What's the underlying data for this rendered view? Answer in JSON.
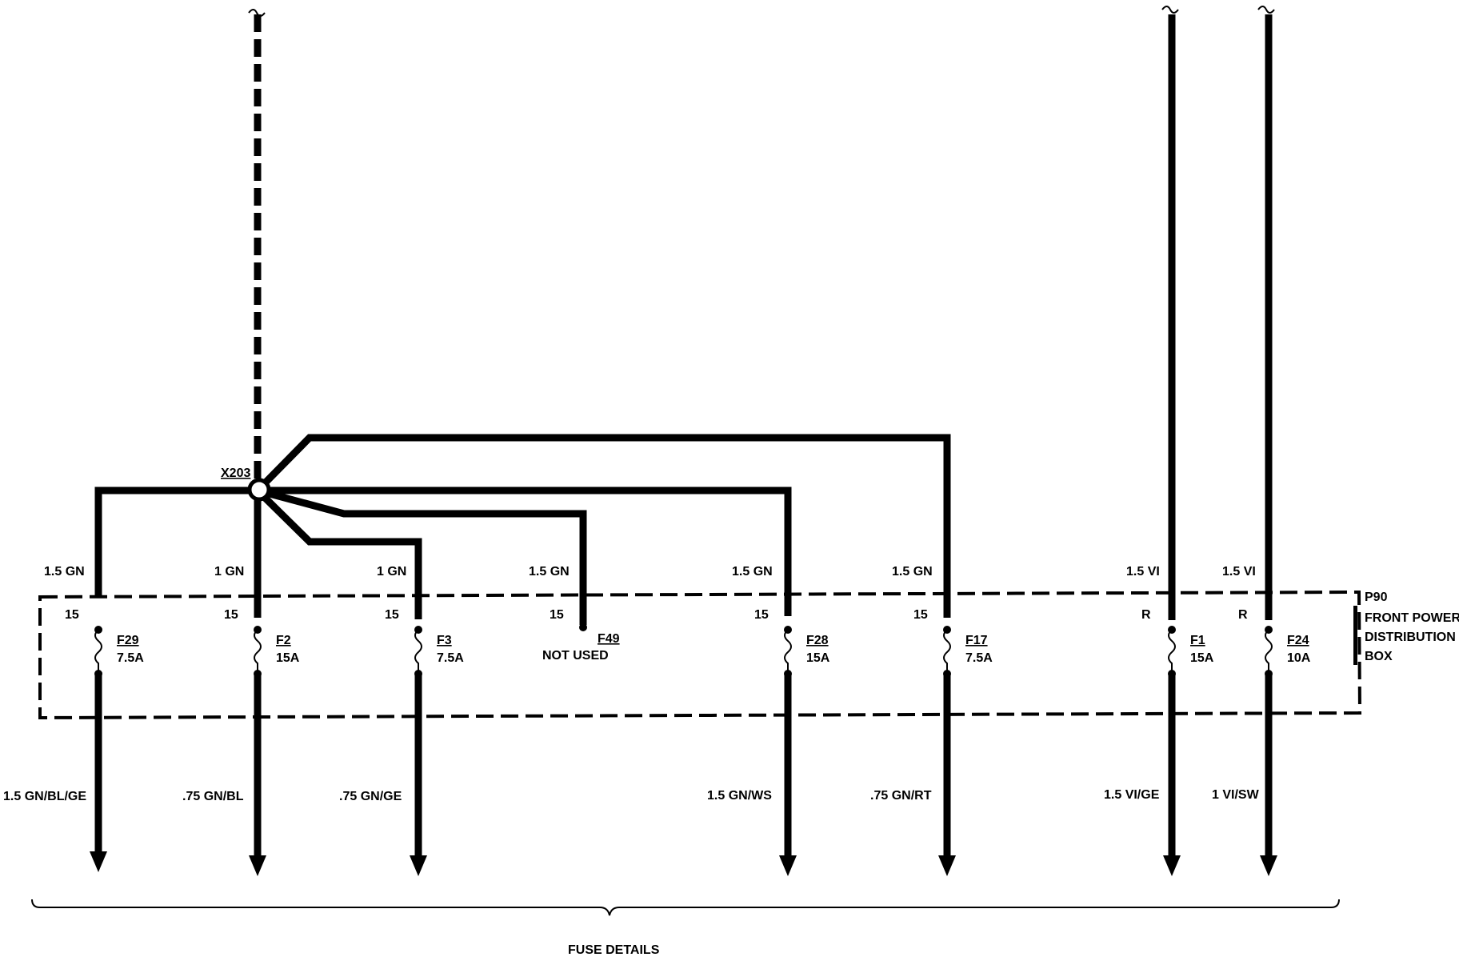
{
  "splice": {
    "label": "X203"
  },
  "box": {
    "id": "P90",
    "name_lines": [
      "FRONT POWER",
      "DISTRIBUTION",
      "BOX"
    ]
  },
  "fuses": [
    {
      "id": "F29",
      "rating": "7.5A",
      "input_wire": "1.5 GN",
      "terminal": "15",
      "output_wire": "1.5 GN/BL/GE"
    },
    {
      "id": "F2",
      "rating": "15A",
      "input_wire": "1 GN",
      "terminal": "15",
      "output_wire": ".75 GN/BL"
    },
    {
      "id": "F3",
      "rating": "7.5A",
      "input_wire": "1 GN",
      "terminal": "15",
      "output_wire": ".75 GN/GE"
    },
    {
      "id": "F49",
      "rating": "NOT USED",
      "input_wire": "1.5 GN",
      "terminal": "15",
      "output_wire": ""
    },
    {
      "id": "F28",
      "rating": "15A",
      "input_wire": "1.5 GN",
      "terminal": "15",
      "output_wire": "1.5 GN/WS"
    },
    {
      "id": "F17",
      "rating": "7.5A",
      "input_wire": "1.5 GN",
      "terminal": "15",
      "output_wire": ".75 GN/RT"
    },
    {
      "id": "F1",
      "rating": "15A",
      "input_wire": "1.5 VI",
      "terminal": "R",
      "output_wire": "1.5 VI/GE"
    },
    {
      "id": "F24",
      "rating": "10A",
      "input_wire": "1.5 VI",
      "terminal": "R",
      "output_wire": "1 VI/SW"
    }
  ],
  "footer": {
    "caption": "FUSE DETAILS"
  }
}
